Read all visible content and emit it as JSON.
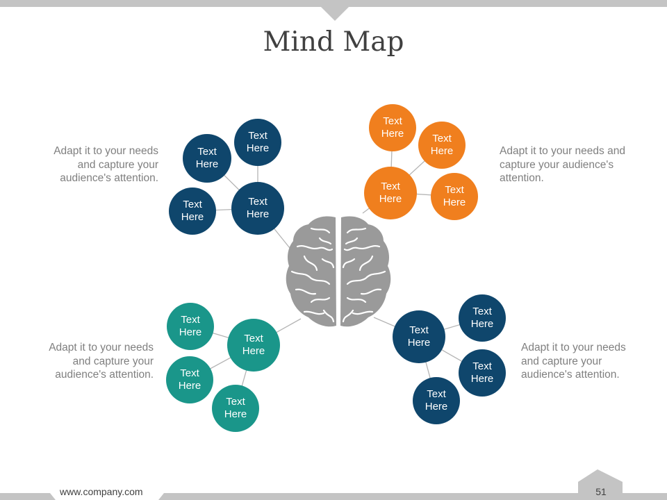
{
  "title": "Mind Map",
  "footer": {
    "url": "www.company.com",
    "page_number": "51"
  },
  "colors": {
    "navy": "#0f466c",
    "orange": "#f07f1e",
    "teal": "#1a968a",
    "brain": "#9a9a9a",
    "bar": "#c4c4c4",
    "connector": "#b4b4b4"
  },
  "descriptions": {
    "top_left": "Adapt it to your needs\nand capture your\naudience's attention.",
    "top_right": "Adapt it to your needs and\ncapture your audience's\nattention.",
    "bottom_left": "Adapt it to your needs\nand capture your\naudience's attention.",
    "bottom_right": "Adapt it to your needs\nand capture your\naudience's attention."
  },
  "clusters": {
    "top_left": {
      "main": "Text\nHere",
      "sub": [
        "Text\nHere",
        "Text\nHere",
        "Text\nHere"
      ]
    },
    "top_right": {
      "main": "Text\nHere",
      "sub": [
        "Text\nHere",
        "Text\nHere",
        "Text\nHere"
      ]
    },
    "bottom_left": {
      "main": "Text\nHere",
      "sub": [
        "Text\nHere",
        "Text\nHere",
        "Text\nHere"
      ]
    },
    "bottom_right": {
      "main": "Text\nHere",
      "sub": [
        "Text\nHere",
        "Text\nHere",
        "Text\nHere"
      ]
    }
  }
}
